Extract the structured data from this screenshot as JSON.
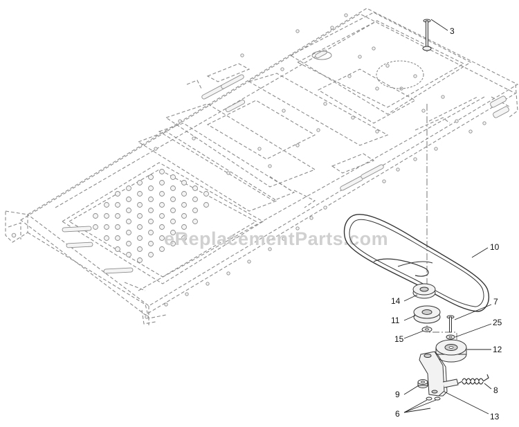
{
  "watermark": "eReplacementParts.com",
  "callouts": {
    "c3": "3",
    "c10": "10",
    "c14": "14",
    "c11": "11",
    "c15": "15",
    "c7": "7",
    "c25": "25",
    "c12": "12",
    "c8": "8",
    "c9": "9",
    "c6": "6",
    "c13": "13"
  }
}
